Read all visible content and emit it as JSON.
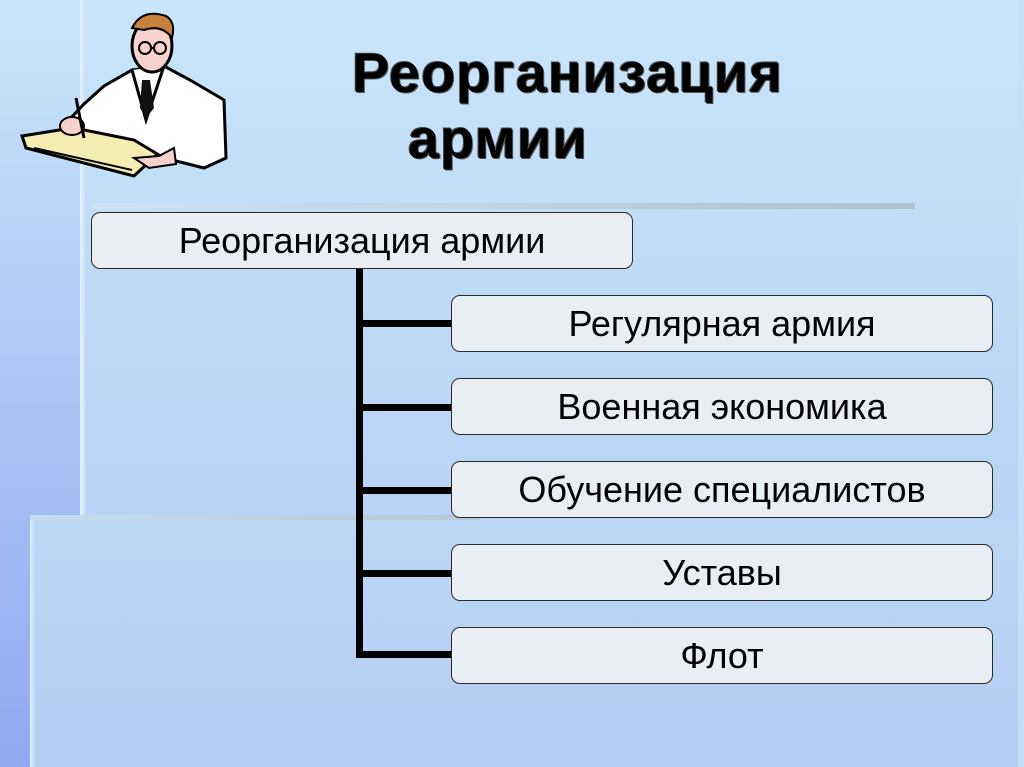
{
  "slide": {
    "title_line1": "Реорганизация",
    "title_line2": "армии",
    "illustration": "scientist-writing-clipart"
  },
  "diagram": {
    "root": {
      "label": "Реорганизация армии"
    },
    "children": [
      {
        "label": "Регулярная армия"
      },
      {
        "label": "Военная экономика"
      },
      {
        "label": "Обучение специалистов"
      },
      {
        "label": "Уставы"
      },
      {
        "label": "Флот"
      }
    ]
  },
  "colors": {
    "background_top": "#c9e6fb",
    "background_bottom": "#b2ccf3",
    "node_fill": "#e9eef2",
    "node_border": "#2a2a2a",
    "connector": "#000000"
  }
}
